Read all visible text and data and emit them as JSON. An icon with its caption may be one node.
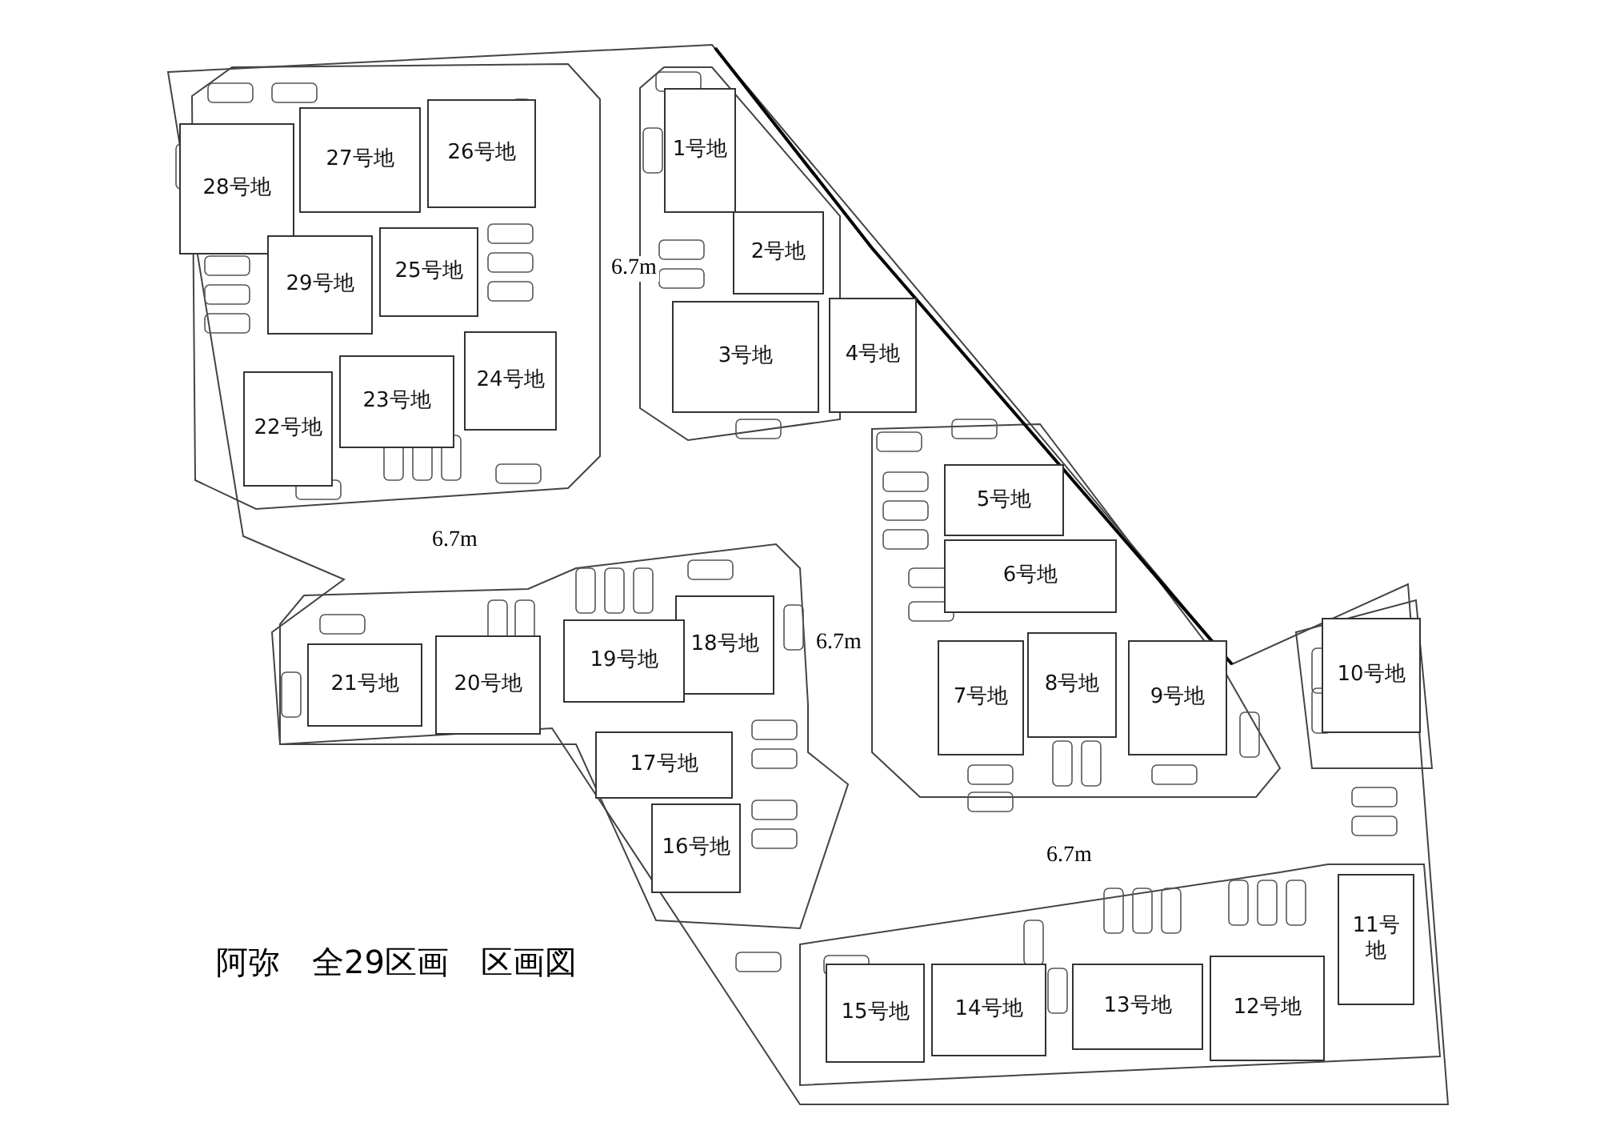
{
  "diagram": {
    "title": "阿弥　全29区画　区画図",
    "nodes": [
      {
        "text": [
          "1号地"
        ]
      },
      {
        "text": [
          "2号地"
        ]
      },
      {
        "text": [
          "3号地"
        ]
      },
      {
        "text": [
          "4号地"
        ]
      },
      {
        "text": [
          "5号地"
        ]
      },
      {
        "text": [
          "6号地"
        ]
      },
      {
        "text": [
          "7号地"
        ]
      },
      {
        "text": [
          "8号地"
        ]
      },
      {
        "text": [
          "9号地"
        ]
      },
      {
        "text": [
          "10号地"
        ]
      },
      {
        "text": [
          "11号地"
        ]
      },
      {
        "text": [
          "12号地"
        ]
      },
      {
        "text": [
          "13号地"
        ]
      },
      {
        "text": [
          "14号地"
        ]
      },
      {
        "text": [
          "15号地"
        ]
      },
      {
        "text": [
          "16号地"
        ]
      },
      {
        "text": [
          "17号地"
        ]
      },
      {
        "text": [
          "18号地"
        ]
      },
      {
        "text": [
          "19号地"
        ]
      },
      {
        "text": [
          "20号地"
        ]
      },
      {
        "text": [
          "21号地"
        ]
      },
      {
        "text": [
          "22号地"
        ]
      },
      {
        "text": [
          "23号地"
        ]
      },
      {
        "text": [
          "24号地"
        ]
      },
      {
        "text": [
          "25号地"
        ]
      },
      {
        "text": [
          "26号地"
        ]
      },
      {
        "text": [
          "27号地"
        ]
      },
      {
        "text": [
          "28号地"
        ]
      },
      {
        "text": [
          "29号地"
        ]
      }
    ],
    "labels": [
      "6.7m",
      "6.7m",
      "6.7m",
      "6.7m"
    ]
  }
}
